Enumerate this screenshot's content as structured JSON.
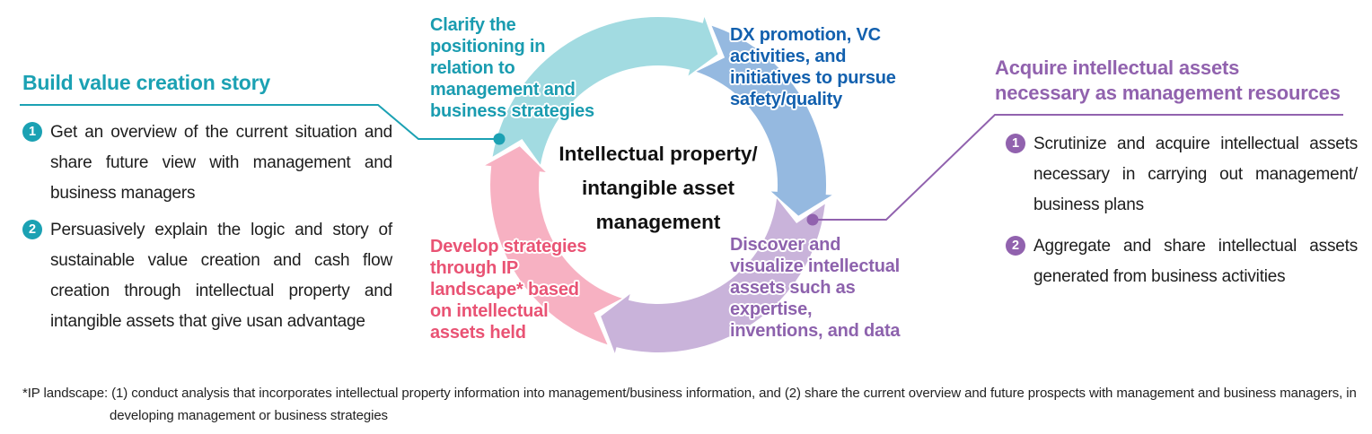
{
  "left_panel": {
    "title": "Build value creation story",
    "accent_color": "#1ba1b3",
    "items": [
      {
        "number": "1",
        "text": "Get an overview of the current situation and share future view with management and business managers"
      },
      {
        "number": "2",
        "text": "Persuasively explain the logic and story of sustainable value creation and cash flow creation through intellectual property and intangible assets that give usan advantage"
      }
    ]
  },
  "right_panel": {
    "title_lines": [
      "Acquire intellectual assets",
      "necessary as management resources"
    ],
    "accent_color": "#9162ae",
    "items": [
      {
        "number": "1",
        "text": "Scrutinize and acquire intellectual assets necessary in carrying out management/ business plans"
      },
      {
        "number": "2",
        "text": "Aggregate and share intellectual assets generated from business activities"
      }
    ]
  },
  "diagram": {
    "center_lines": [
      "Intellectual property/",
      "intangible asset",
      "management"
    ],
    "quadrants": [
      {
        "id": "clarify-positioning",
        "lines": [
          "Clarify the",
          "positioning in",
          "relation to",
          "management and",
          "business strategies"
        ],
        "text_color": "#1a9cb0",
        "arc_color": "#a2dbe1"
      },
      {
        "id": "dx-promotion",
        "lines": [
          "DX promotion, VC",
          "activities, and",
          "initiatives to pursue",
          "safety/quality"
        ],
        "text_color": "#1260ae",
        "arc_color": "#95b9e0"
      },
      {
        "id": "discover-visualize",
        "lines": [
          "Discover and",
          "visualize intellectual",
          "assets such as",
          "expertise,",
          "inventions, and data"
        ],
        "text_color": "#8d62ad",
        "arc_color": "#c9b3da"
      },
      {
        "id": "develop-strategies",
        "lines": [
          "Develop strategies",
          "through IP",
          "landscape* based",
          "on intellectual",
          "assets held"
        ],
        "text_color": "#e95374",
        "arc_color": "#f7b1c2"
      }
    ]
  },
  "footnote": {
    "lines": [
      "*IP landscape: (1) conduct analysis that incorporates intellectual property information into management/business information, and (2) share the current overview and future prospects with management and business managers, in",
      "developing management or business strategies"
    ]
  }
}
